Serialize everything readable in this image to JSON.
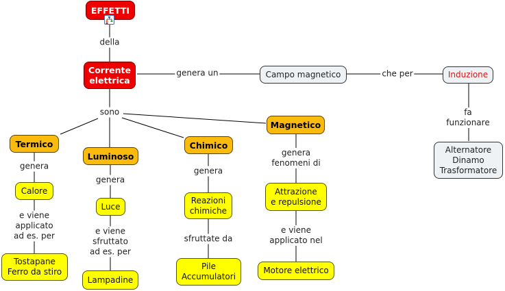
{
  "nodes": {
    "effetti": "EFFETTI",
    "corrente": "Corrente\nelettrica",
    "campo": "Campo magnetico",
    "induzione": "Induzione",
    "alternatore": "Alternatore\nDinamo\nTrasformatore",
    "termico": "Termico",
    "luminoso": "Luminoso",
    "chimico": "Chimico",
    "magnetico": "Magnetico",
    "calore": "Calore",
    "luce": "Luce",
    "reazioni": "Reazioni\nchimiche",
    "attrazione": "Attrazione\ne repulsione",
    "tostapane": "Tostapane\nFerro da stiro",
    "lampadine": "Lampadine",
    "pile": "Pile\nAccumulatori",
    "motore": "Motore elettrico"
  },
  "links": {
    "della": "della",
    "genera_un": "genera un",
    "che_per": "che per",
    "fa_funzionare": "fa funzionare",
    "sono": "sono",
    "termico_genera": "genera",
    "luminoso_genera": "genera",
    "chimico_genera": "genera",
    "magnetico_genera": "genera\nfenomeni di",
    "calore_applicato": "e viene\napplicato\nad es. per",
    "luce_sfruttato": "e viene\nsfruttato\nad es. per",
    "reazioni_sfruttate": "sfruttate da",
    "attrazione_applicato": "e viene\napplicato nel"
  },
  "icons": {
    "submap": "concept-map-icon"
  },
  "colors": {
    "root": "#ee0000",
    "category": "#fbbb0c",
    "leaf": "#ffff00",
    "neutral": "#eef2f4",
    "induzione_text": "#d01a1a"
  }
}
